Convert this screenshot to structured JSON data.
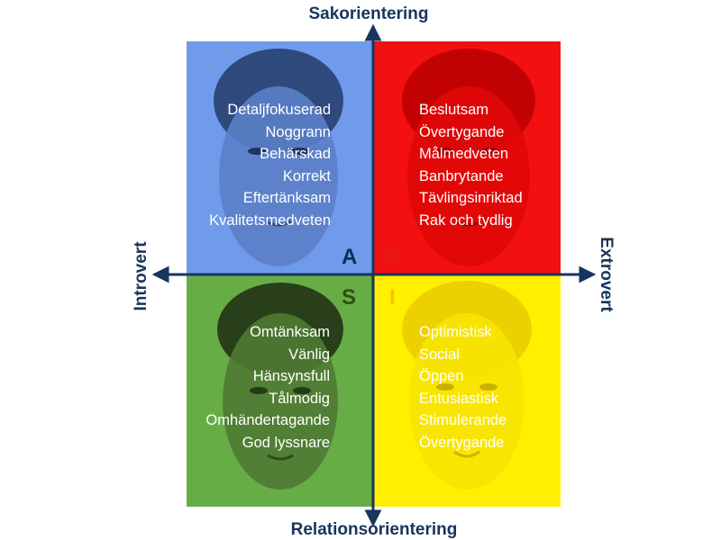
{
  "axes": {
    "top": "Sakorientering",
    "bottom": "Relationsorientering",
    "left": "Introvert",
    "right": "Extrovert"
  },
  "quadrants": [
    {
      "letter": "A",
      "color": "#6f9bea",
      "letter_color": "#0d2a5a",
      "traits": [
        "Detaljfokuserad",
        "Noggrann",
        "Behärskad",
        "Korrekt",
        "Eftertänksam",
        "Kvalitetsmedveten"
      ]
    },
    {
      "letter": "D",
      "color": "#f31010",
      "letter_color": "#e31b1b",
      "traits": [
        "Beslutsam",
        "Övertygande",
        "Målmedveten",
        "Banbrytande",
        "Tävlingsinriktad",
        "Rak och tydlig"
      ]
    },
    {
      "letter": "S",
      "color": "#67ad46",
      "letter_color": "#2c4f10",
      "traits": [
        "Omtänksam",
        "Vänlig",
        "Hänsynsfull",
        "Tålmodig",
        "Omhändertagande",
        "God lyssnare"
      ]
    },
    {
      "letter": "I",
      "color": "#fff000",
      "letter_color": "#f3c400",
      "traits": [
        "Optimistisk",
        "Social",
        "Öppen",
        "Entusiastisk",
        "Stimulerande",
        "Övertygande"
      ]
    }
  ],
  "axis_color": "#17355e"
}
